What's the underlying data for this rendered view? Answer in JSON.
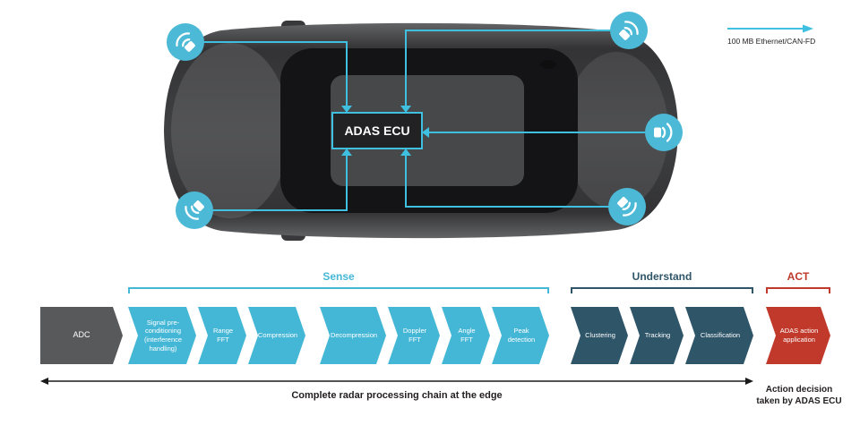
{
  "colors": {
    "cyan_accent": "#45b7d6",
    "line_cyan": "#3fc0e0",
    "navy": "#2e5568",
    "red": "#c0392b",
    "dark_gray": "#58595b"
  },
  "car_diagram": {
    "ecu_label": "ADAS ECU",
    "legend_label": "100 MB Ethernet/CAN-FD",
    "sensor_icon": "radar-waves-icon"
  },
  "pipeline": {
    "groups": [
      {
        "id": "sense",
        "label": "Sense"
      },
      {
        "id": "understand",
        "label": "Understand"
      },
      {
        "id": "act",
        "label": "ACT"
      }
    ],
    "adc_label": "ADC",
    "sense_steps": [
      "Signal pre-conditioning (interference handling)",
      "Range FFT",
      "Compression",
      "Decompression",
      "Doppler FFT",
      "Angle FFT",
      "Peak detection"
    ],
    "understand_steps": [
      "Clustering",
      "Tracking",
      "Classification"
    ],
    "act_steps": [
      "ADAS action application"
    ]
  },
  "footer": {
    "chain_label": "Complete radar processing chain at the edge",
    "action_line1": "Action decision",
    "action_line2": "taken by ADAS ECU"
  }
}
